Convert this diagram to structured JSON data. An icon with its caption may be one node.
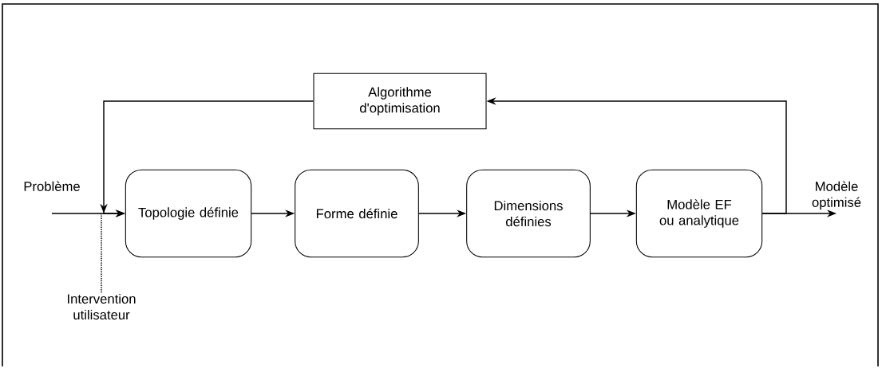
{
  "diagram": {
    "nodes": [
      {
        "text": [
          "Algorithme d'optimisation"
        ]
      },
      {
        "text": [
          "Problème"
        ]
      },
      {
        "text": [
          "Topologie définie"
        ]
      },
      {
        "text": [
          "Forme définie"
        ]
      },
      {
        "text": [
          "Dimensions définies"
        ]
      },
      {
        "text": [
          "Modèle EF ou analytique"
        ]
      },
      {
        "text": [
          "Modèle optimisé"
        ]
      },
      {
        "text": [
          "Intervention utilisateur"
        ]
      }
    ],
    "edges": [
      {
        "from": 1,
        "to": 2,
        "arrow": "to"
      },
      {
        "from": 2,
        "to": 3,
        "arrow": "to"
      },
      {
        "from": 3,
        "to": 4,
        "arrow": "to"
      },
      {
        "from": 4,
        "to": 5,
        "arrow": "to"
      },
      {
        "from": 5,
        "to": 6,
        "arrow": "to"
      },
      {
        "from": 5,
        "to": 0,
        "arrow": "to"
      },
      {
        "from": 0,
        "to": 2,
        "arrow": "to"
      },
      {
        "from": 7,
        "to": null,
        "arrow": "none",
        "style": "dashed"
      }
    ]
  }
}
